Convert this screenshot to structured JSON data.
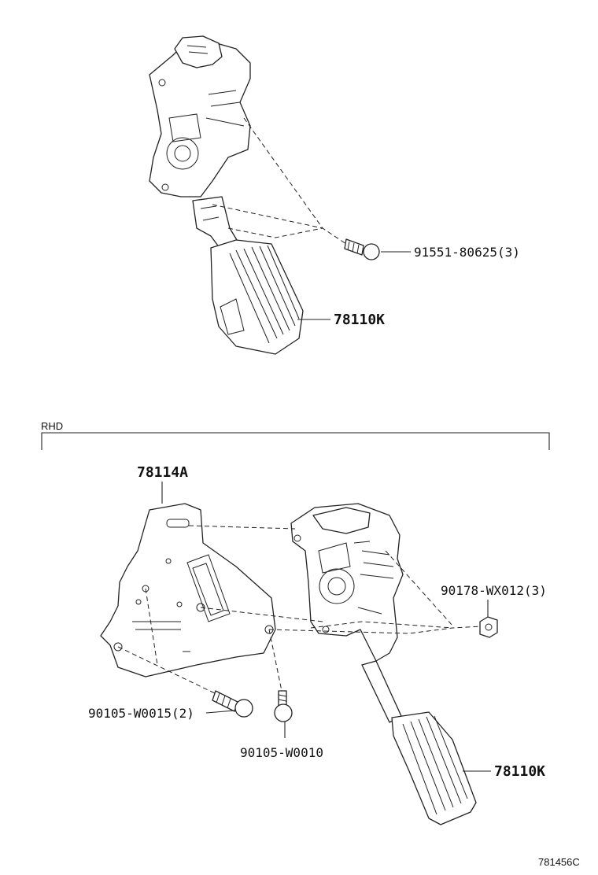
{
  "diagram": {
    "top": {
      "pedal_label": "78110K",
      "bolt_label": "91551-80625(3)"
    },
    "rhd": {
      "section_label": "RHD",
      "bracket_label": "78114A",
      "nut_label": "90178-WX012(3)",
      "bolt_a_label": "90105-W0015(2)",
      "bolt_b_label": "90105-W0010",
      "pedal_label": "78110K"
    },
    "figure_code": "781456C"
  }
}
